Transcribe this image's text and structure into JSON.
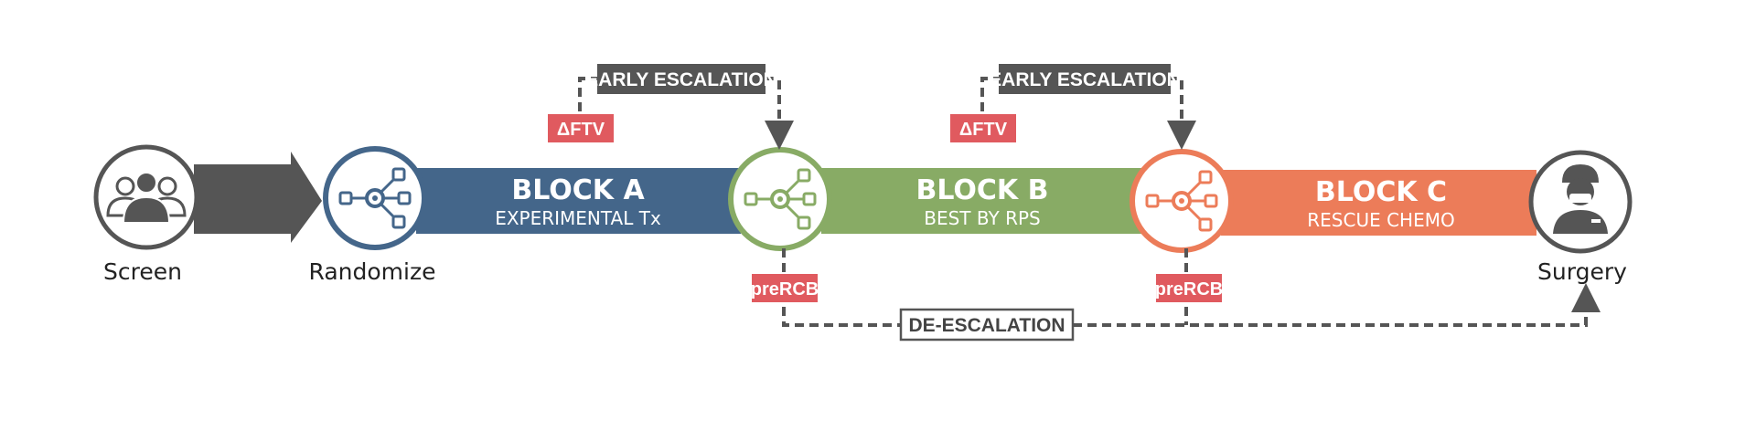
{
  "nodes": {
    "screen": "Screen",
    "randomize": "Randomize",
    "surgery": "Surgery"
  },
  "blocks": [
    {
      "title": "BLOCK A",
      "subtitle": "EXPERIMENTAL Tx",
      "color": "#44668a"
    },
    {
      "title": "BLOCK B",
      "subtitle": "BEST BY RPS",
      "color": "#88ab65"
    },
    {
      "title": "BLOCK C",
      "subtitle": "RESCUE CHEMO",
      "color": "#ec7c59"
    }
  ],
  "escalations": [
    "EARLY ESCALATION",
    "EARLY ESCALATION"
  ],
  "triggers": [
    "ΔFTV",
    "ΔFTV"
  ],
  "pre_rcb": [
    "preRCB",
    "preRCB"
  ],
  "deescalation": "DE-ESCALATION",
  "colors": {
    "dark_gray": "#555555",
    "label_red": "#e05a5f",
    "icon_gray": "#666666"
  }
}
